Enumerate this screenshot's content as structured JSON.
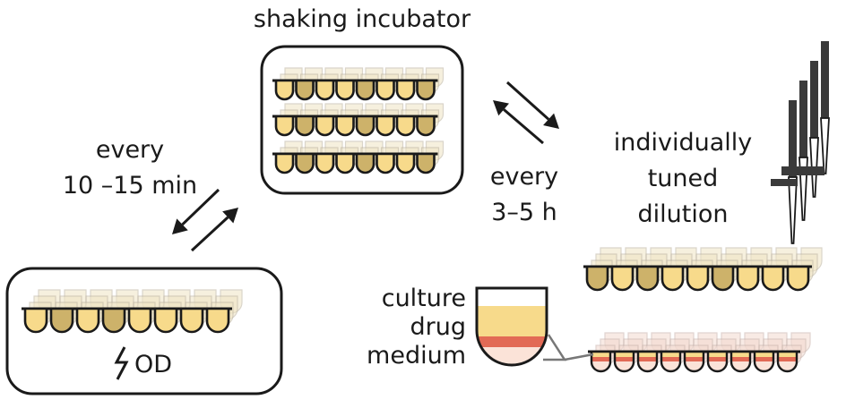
{
  "labels": {
    "incubator": "shaking incubator",
    "od_interval_line1": "every",
    "od_interval_line2": "10 –15 min",
    "dilution_interval_line1": "every",
    "dilution_interval_line2": "3–5 h",
    "dilution_line1": "individually",
    "dilution_line2": "tuned",
    "dilution_line3": "dilution",
    "layer_culture": "culture",
    "layer_drug": "drug",
    "layer_medium": "medium",
    "reader": "OD"
  },
  "colors": {
    "outline": "#1a1a1a",
    "well_light": "#f7da8b",
    "well_dark": "#cdb26a",
    "well_ghost": "#efe4c4",
    "drug": "#e26a55",
    "medium": "#fbe3d8",
    "pipette": "#3a3a3a"
  },
  "icons": [
    "shaking-incubator-box",
    "plate-reader-box",
    "pipette-icon",
    "lightning-icon",
    "well-layer-icon",
    "exchange-arrows-icon"
  ]
}
